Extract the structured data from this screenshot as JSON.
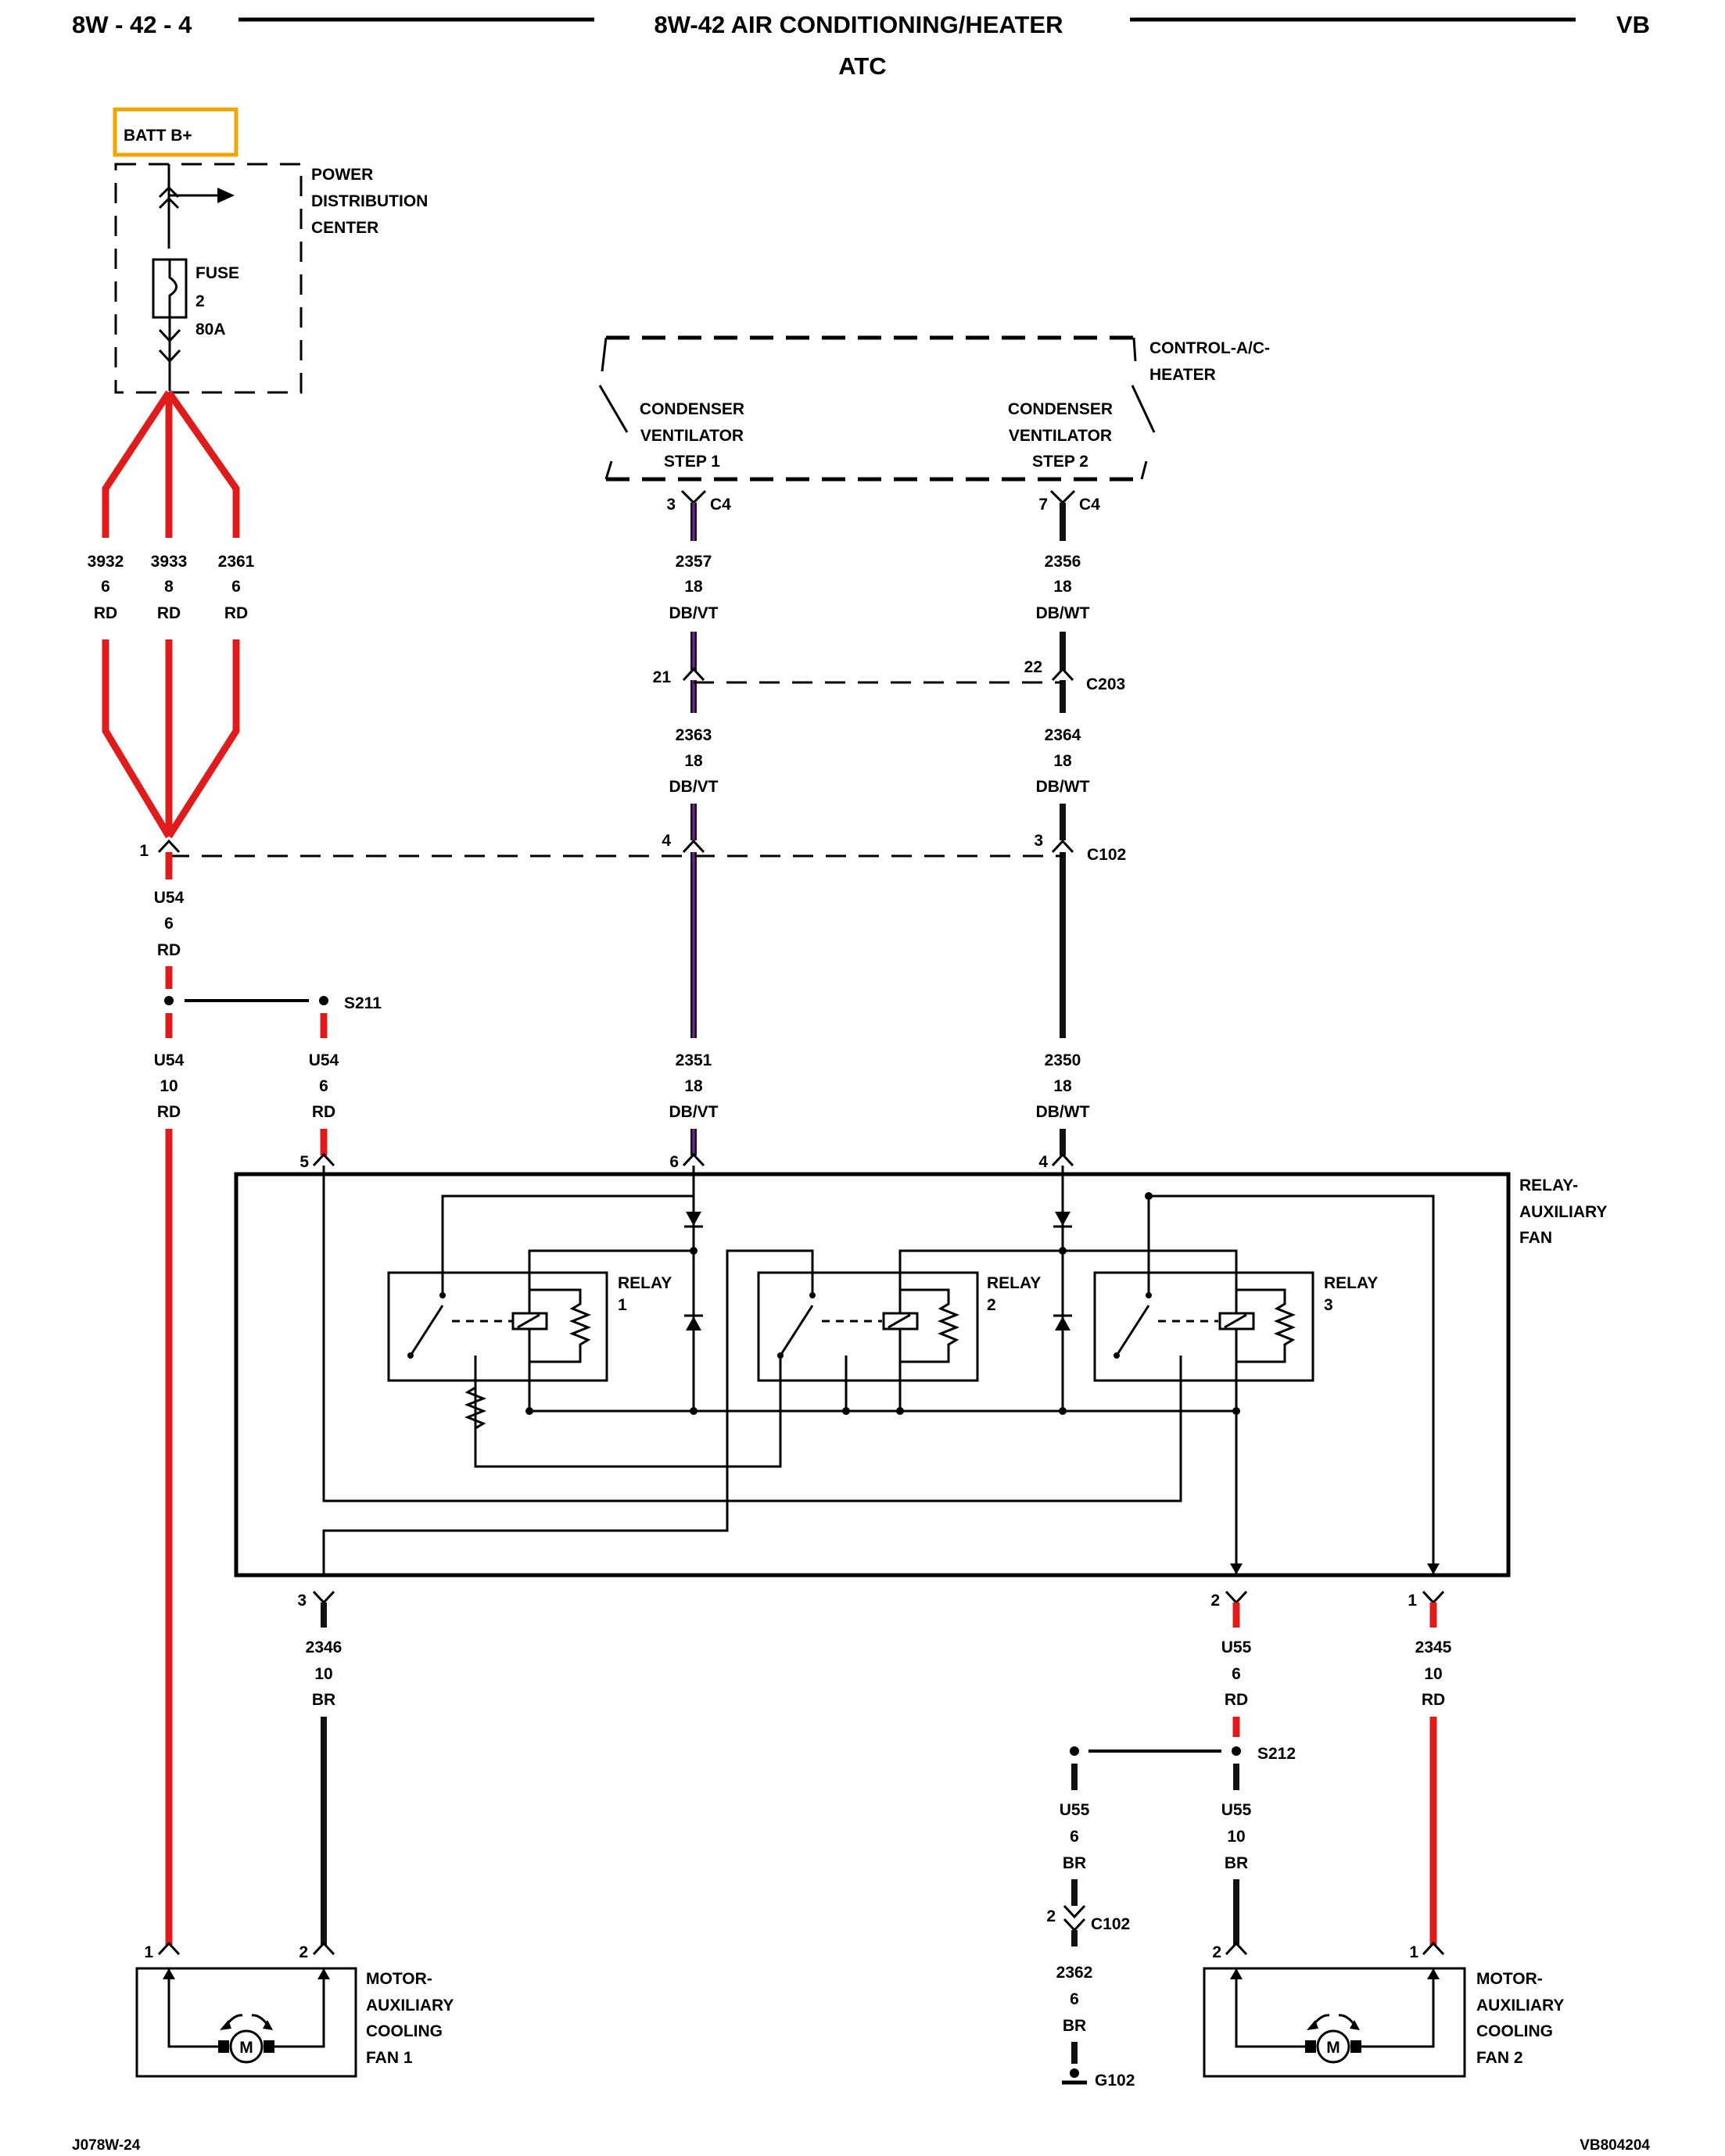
{
  "header": {
    "page_code": "8W - 42 - 4",
    "title": "8W-42 AIR CONDITIONING/HEATER",
    "subtitle": "ATC",
    "model": "VB"
  },
  "footer": {
    "left_code": "J078W-24",
    "right_code": "VB804204"
  },
  "batt": {
    "label": "BATT B+",
    "accent": "#f0a500"
  },
  "pdc": {
    "line1": "POWER",
    "line2": "DISTRIBUTION",
    "line3": "CENTER",
    "fuse_label": "FUSE",
    "fuse_num": "2",
    "fuse_rating": "80A"
  },
  "control": {
    "line1": "CONTROL-A/C-",
    "line2": "HEATER",
    "step1": [
      "CONDENSER",
      "VENTILATOR",
      "STEP 1"
    ],
    "step2": [
      "CONDENSER",
      "VENTILATOR",
      "STEP 2"
    ]
  },
  "wires": {
    "w3932": [
      "3932",
      "6",
      "RD"
    ],
    "w3933": [
      "3933",
      "8",
      "RD"
    ],
    "w2361": [
      "2361",
      "6",
      "RD"
    ],
    "w2357": [
      "2357",
      "18",
      "DB/VT"
    ],
    "w2356": [
      "2356",
      "18",
      "DB/WT"
    ],
    "w2363": [
      "2363",
      "18",
      "DB/VT"
    ],
    "w2364": [
      "2364",
      "18",
      "DB/WT"
    ],
    "u54a": [
      "U54",
      "6",
      "RD"
    ],
    "u54b": [
      "U54",
      "10",
      "RD"
    ],
    "u54c": [
      "U54",
      "6",
      "RD"
    ],
    "w2351": [
      "2351",
      "18",
      "DB/VT"
    ],
    "w2350": [
      "2350",
      "18",
      "DB/WT"
    ],
    "w2346": [
      "2346",
      "10",
      "BR"
    ],
    "u55a": [
      "U55",
      "6",
      "RD"
    ],
    "w2345": [
      "2345",
      "10",
      "RD"
    ],
    "u55b": [
      "U55",
      "6",
      "BR"
    ],
    "u55c": [
      "U55",
      "10",
      "BR"
    ],
    "w2362": [
      "2362",
      "6",
      "BR"
    ]
  },
  "connectors": {
    "c4": "C4",
    "c203": "C203",
    "c102": "C102",
    "c102b": "C102",
    "s211": "S211",
    "s212": "S212",
    "g102": "G102"
  },
  "pins": {
    "c4_1": "3",
    "c4_2": "7",
    "c203_1": "21",
    "c203_2": "22",
    "c102_1": "1",
    "c102_2": "4",
    "c102_3": "3",
    "relay_5": "5",
    "relay_6": "6",
    "relay_4": "4",
    "relay_3": "3",
    "relay_2": "2",
    "relay_1": "1",
    "m1_1": "1",
    "m1_2": "2",
    "m2_2": "2",
    "m2_1": "1",
    "c102b_2": "2"
  },
  "relay_module": {
    "line1": "RELAY-",
    "line2": "AUXILIARY",
    "line3": "FAN",
    "relays": [
      {
        "label": "RELAY",
        "num": "1"
      },
      {
        "label": "RELAY",
        "num": "2"
      },
      {
        "label": "RELAY",
        "num": "3"
      }
    ]
  },
  "motor1": {
    "lines": [
      "MOTOR-",
      "AUXILIARY",
      "COOLING",
      "FAN 1"
    ],
    "symbol": "M"
  },
  "motor2": {
    "lines": [
      "MOTOR-",
      "AUXILIARY",
      "COOLING",
      "FAN 2"
    ],
    "symbol": "M"
  }
}
